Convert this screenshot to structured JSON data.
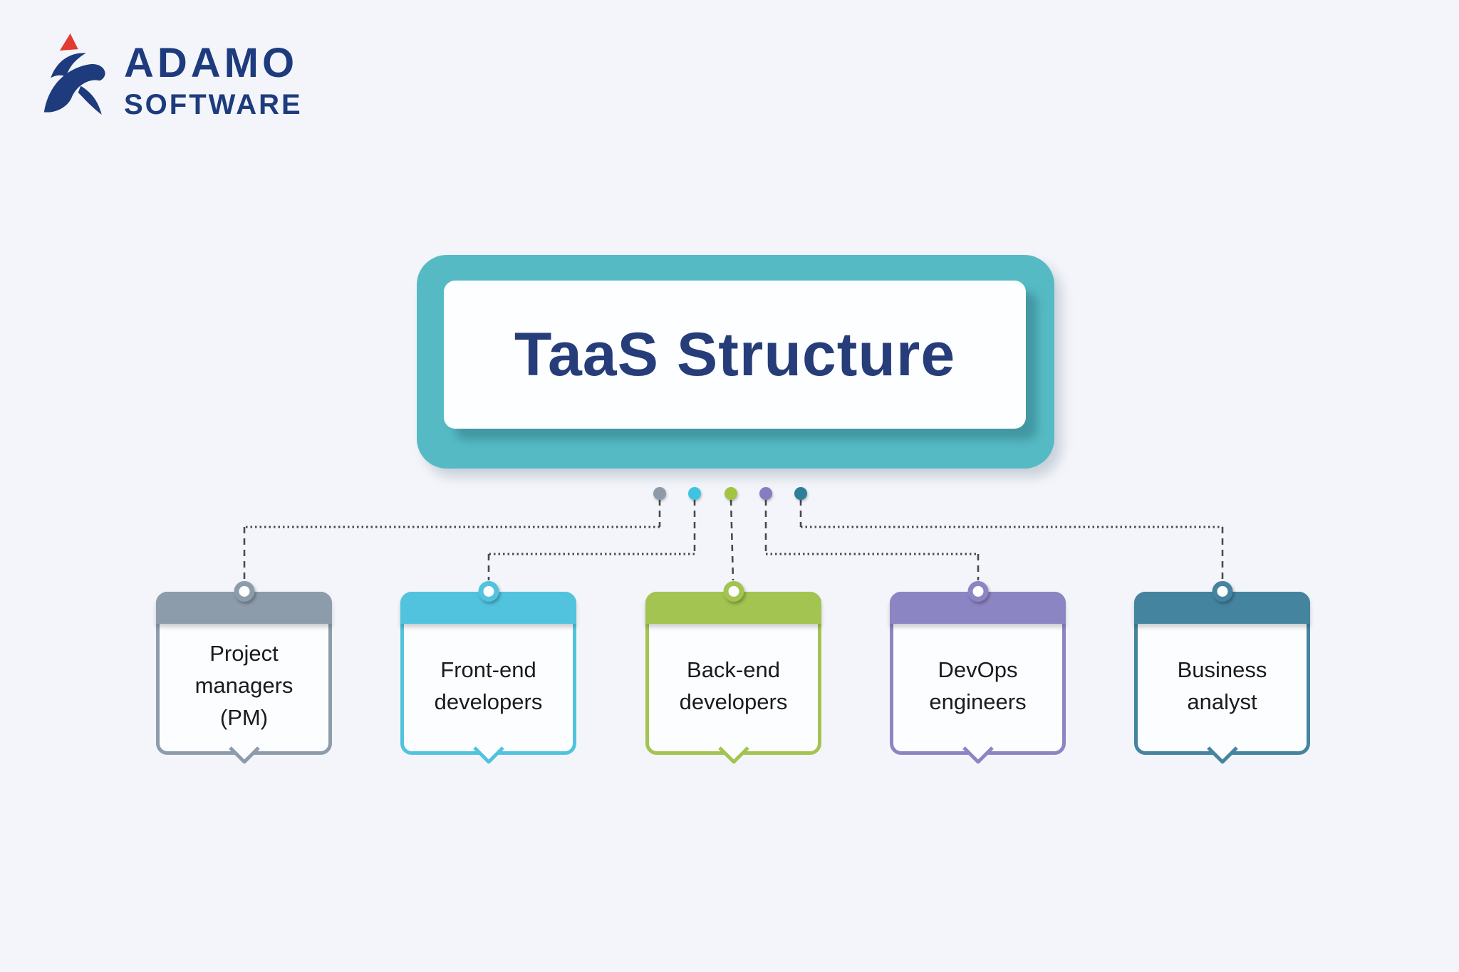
{
  "background": "#f3f5fa",
  "logo": {
    "line1": "ADAMO",
    "line2": "SOFTWARE",
    "navy": "#1d3b7d",
    "red": "#e23b30"
  },
  "title": {
    "text": "TaaS Structure",
    "box_color": "#56bac4",
    "text_color": "#263d79"
  },
  "connector_color": "#4a4a4a",
  "nodes": [
    {
      "label": "Project managers (PM)",
      "lines": [
        "Project",
        "managers",
        "(PM)"
      ],
      "color": "#8d9cab",
      "dot_color": "#8d9aa9"
    },
    {
      "label": "Front-end developers",
      "lines": [
        "Front-end",
        "developers"
      ],
      "color": "#52c3de",
      "dot_color": "#3fc3e2"
    },
    {
      "label": "Back-end developers",
      "lines": [
        "Back-end",
        "developers"
      ],
      "color": "#a3c450",
      "dot_color": "#a3c442"
    },
    {
      "label": "DevOps engineers",
      "lines": [
        "DevOps",
        "engineers"
      ],
      "color": "#8c85c3",
      "dot_color": "#877cc0"
    },
    {
      "label": "Business analyst",
      "lines": [
        "Business",
        "analyst"
      ],
      "color": "#45849f",
      "dot_color": "#2f7e98"
    }
  ]
}
